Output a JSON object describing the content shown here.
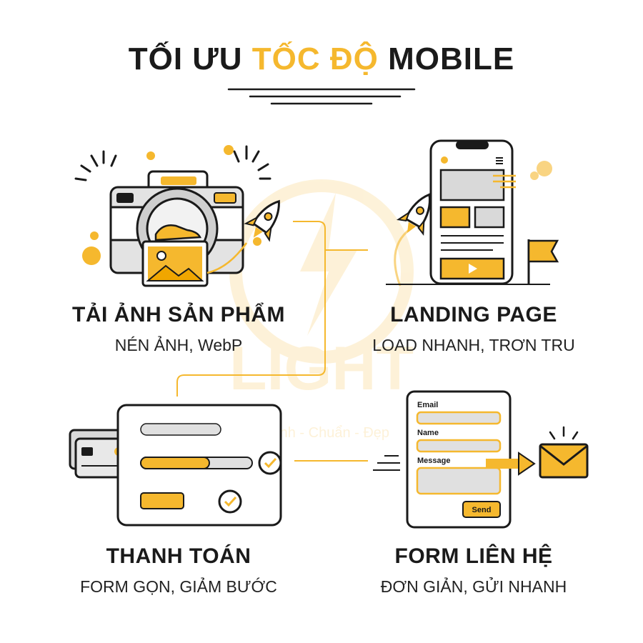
{
  "title": {
    "part1": "TỐI ƯU",
    "part2": "TỐC ĐỘ",
    "part3": "MOBILE"
  },
  "watermark": {
    "logo_text": "LIGHT",
    "tagline": "Nhanh - Chuẩn - Đẹp"
  },
  "sections": [
    {
      "title": "TẢI ẢNH SẢN PHẨM",
      "subtitle": "NÉN ẢNH, WebP"
    },
    {
      "title": "LANDING PAGE",
      "subtitle": "LOAD NHANH, TRƠN TRU"
    },
    {
      "title": "THANH TOÁN",
      "subtitle": "FORM GỌN, GIẢM BƯỚC"
    },
    {
      "title": "FORM LIÊN HỆ",
      "subtitle": "ĐƠN GIẢN, GỬI NHANH"
    }
  ],
  "contact_form": {
    "email_label": "Email",
    "name_label": "Name",
    "message_label": "Message",
    "send_label": "Send"
  },
  "colors": {
    "accent": "#f5b82e",
    "ink": "#1a1a1a",
    "grey": "#d9d9d9"
  }
}
